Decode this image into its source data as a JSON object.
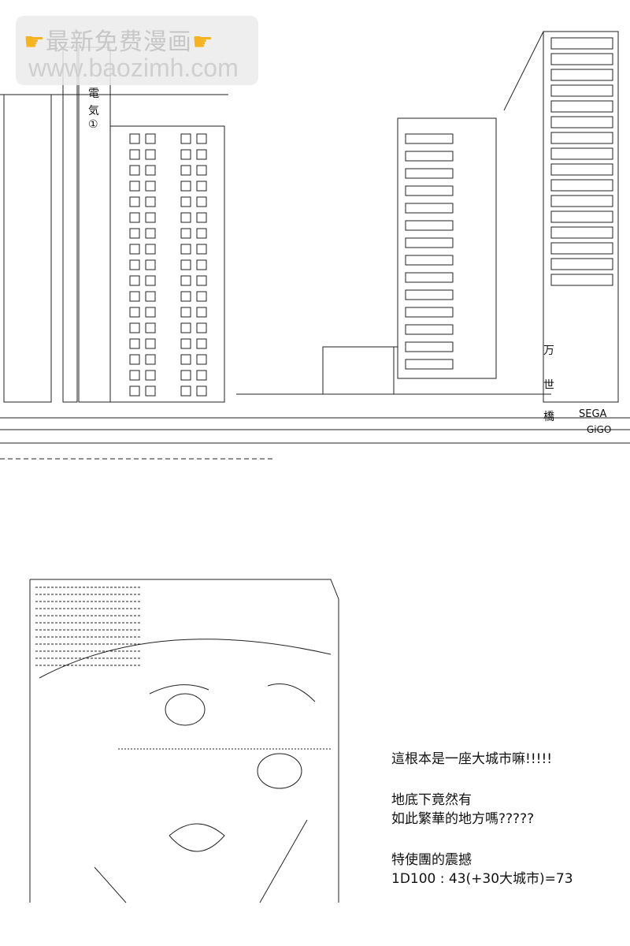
{
  "watermark": {
    "text": "最新免费漫画",
    "url": "www.baozimh.com",
    "icon": "pointing-hand-icon",
    "hand_color": "#f5b324"
  },
  "art_signs": {
    "den": "電",
    "ki": "気",
    "one": "①",
    "man": "万",
    "se": "世",
    "bashi": "橋",
    "sega": "SEGA",
    "gigo": "GiGO"
  },
  "captions": {
    "line1": "這根本是一座大城市嘛!!!!!",
    "line2": "地底下竟然有",
    "line3": "如此繁華的地方嗎?????",
    "line4": "特使團的震撼",
    "line5": "1D100 : 43(+30大城市)=73"
  }
}
